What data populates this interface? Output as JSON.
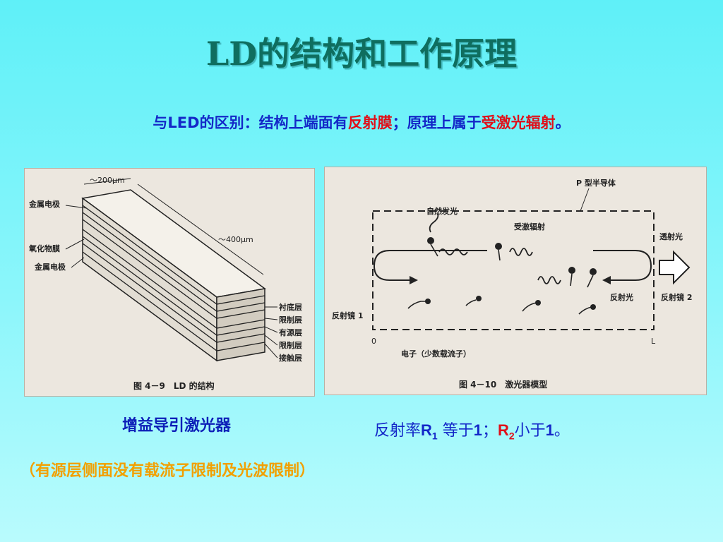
{
  "slide": {
    "title": "LD的结构和工作原理",
    "subtitle": {
      "p1": "与LED的区别：结构上端面有",
      "red1": "反射膜",
      "p2": "；原理上属于",
      "red2": "受激光辐射",
      "p3": "。"
    }
  },
  "figure_left": {
    "caption": "图 4－9　LD 的结构",
    "dim_width": "～200μm",
    "dim_length": "～400μm",
    "labels_left": [
      "金属电极",
      "氧化物膜",
      "金属电极"
    ],
    "labels_right": [
      "衬底层",
      "限制层",
      "有源层",
      "限制层",
      "接触层"
    ]
  },
  "figure_right": {
    "caption": "图 4－10　激光器模型",
    "labels": {
      "p_type": "P 型半导体",
      "spontaneous": "自然发光",
      "stimulated": "受激辐射",
      "transmitted": "透射光",
      "reflected": "反射光",
      "mirror1": "反射镜 1",
      "mirror2": "反射镜 2",
      "origin": "0",
      "length": "L",
      "electrons": "电子（少数载流子）"
    }
  },
  "captions": {
    "left_title": "增益导引激光器",
    "left_note": "（有源层侧面没有载流子限制及光波限制）",
    "right": {
      "t1": "反射率",
      "r1": "R",
      "s1": "1",
      "t2": " 等于",
      "one1": "1",
      "t3": "；",
      "r2": "R",
      "s2": "2",
      "t4": "小于",
      "one2": "1",
      "t5": "。"
    }
  },
  "colors": {
    "title": "#0f6e5f",
    "blue_text": "#1428c8",
    "red_text": "#e0101a",
    "orange_text": "#f2a000"
  }
}
